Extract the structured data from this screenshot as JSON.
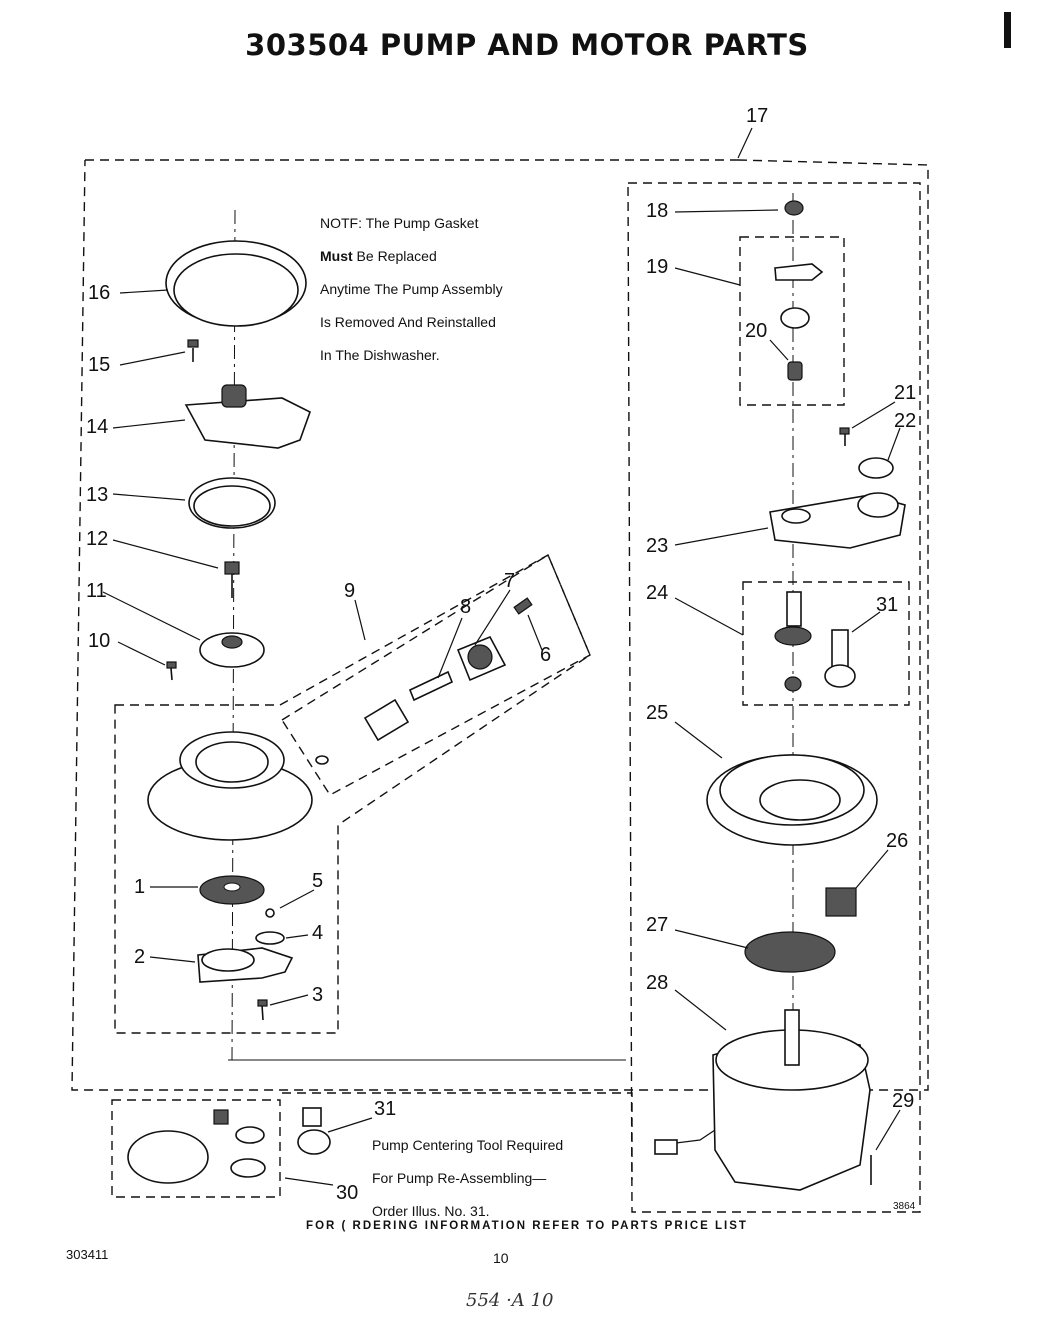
{
  "title": "303504 PUMP AND MOTOR PARTS",
  "note": {
    "line1": "NOTF: The Pump Gasket",
    "line2_bold": "Must",
    "line2_rest": " Be Replaced",
    "line3": "Anytime The Pump Assembly",
    "line4": "Is Removed And Reinstalled",
    "line5": "In The Dishwasher."
  },
  "tool_note": {
    "line1": "Pump Centering Tool Required",
    "line2": "For Pump Re-Assembling—",
    "line3": "Order Illus. No. 31."
  },
  "callouts": {
    "c1": "1",
    "c2": "2",
    "c3": "3",
    "c4": "4",
    "c5": "5",
    "c6": "6",
    "c7": "7",
    "c8": "8",
    "c9": "9",
    "c10": "10",
    "c11": "11",
    "c12": "12",
    "c13": "13",
    "c14": "14",
    "c15": "15",
    "c16": "16",
    "c17": "17",
    "c18": "18",
    "c19": "19",
    "c20": "20",
    "c21": "21",
    "c22": "22",
    "c23": "23",
    "c24": "24",
    "c25": "25",
    "c26": "26",
    "c27": "27",
    "c28": "28",
    "c29": "29",
    "c30": "30",
    "c31a": "31",
    "c31b": "31"
  },
  "footer": "FOR ( RDERING INFORMATION REFER TO PARTS PRICE LIST",
  "doc_number": "303411",
  "page_number": "10",
  "handwritten": "554 ·A  10",
  "drawing_code": "3864"
}
